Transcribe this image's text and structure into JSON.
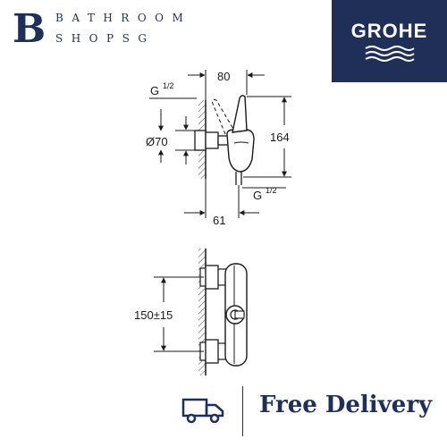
{
  "brand": {
    "initial": "B",
    "line1": "BATHROOM",
    "line2": "SHOPSG",
    "color": "#1f2f57"
  },
  "logo": {
    "text": "GROHE",
    "bg_color": "#1f2f57",
    "icon": "grohe-wave-icon"
  },
  "diagram": {
    "top_view": {
      "width_dim": "80",
      "height_dim": "164",
      "inlet_thread_top": "G",
      "inlet_thread_bottom": "G",
      "thread_fraction": "1/2",
      "diameter_dim": "Ø70",
      "projection_dim": "61"
    },
    "front_view": {
      "centre_dim": "150±15"
    }
  },
  "footer": {
    "delivery_icon": "truck-icon",
    "delivery_text": "Free Delivery"
  }
}
